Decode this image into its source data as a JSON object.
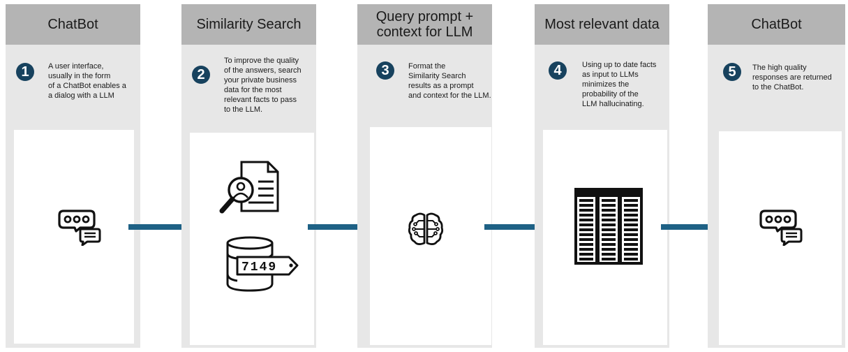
{
  "colors": {
    "header_bg": "#b4b4b4",
    "column_bg": "#e7e7e7",
    "badge": "#17425e",
    "arrow": "#1e6185",
    "panel": "#ffffff"
  },
  "steps": [
    {
      "header": "ChatBot",
      "number": "1",
      "description": "A user interface,\nusually in the form\nof a ChatBot enables a\na dialog with a LLM",
      "icon": "chatbot-icon"
    },
    {
      "header": "Similarity Search",
      "number": "2",
      "description": "To improve the quality\nof the answers, search\nyour private business\ndata for the most\nrelevant facts to pass\nto the LLM.",
      "icon": "document-search-icon",
      "icon2": "database-tag-icon",
      "tag_text": "7149"
    },
    {
      "header": "Query prompt +\ncontext for LLM",
      "number": "3",
      "description": "Format the\nSimilarity Search\nresults as a prompt\nand context for the LLM.",
      "icon": "brain-circuit-icon"
    },
    {
      "header": "Most relevant data",
      "number": "4",
      "description": "Using up to date facts\nas input to LLMs\nminimizes the\nprobability of the\nLLM hallucinating.",
      "icon": "data-table-icon"
    },
    {
      "header": "ChatBot",
      "number": "5",
      "description": "The high quality\nresponses are returned\nto the ChatBot.",
      "icon": "chatbot-icon"
    }
  ]
}
